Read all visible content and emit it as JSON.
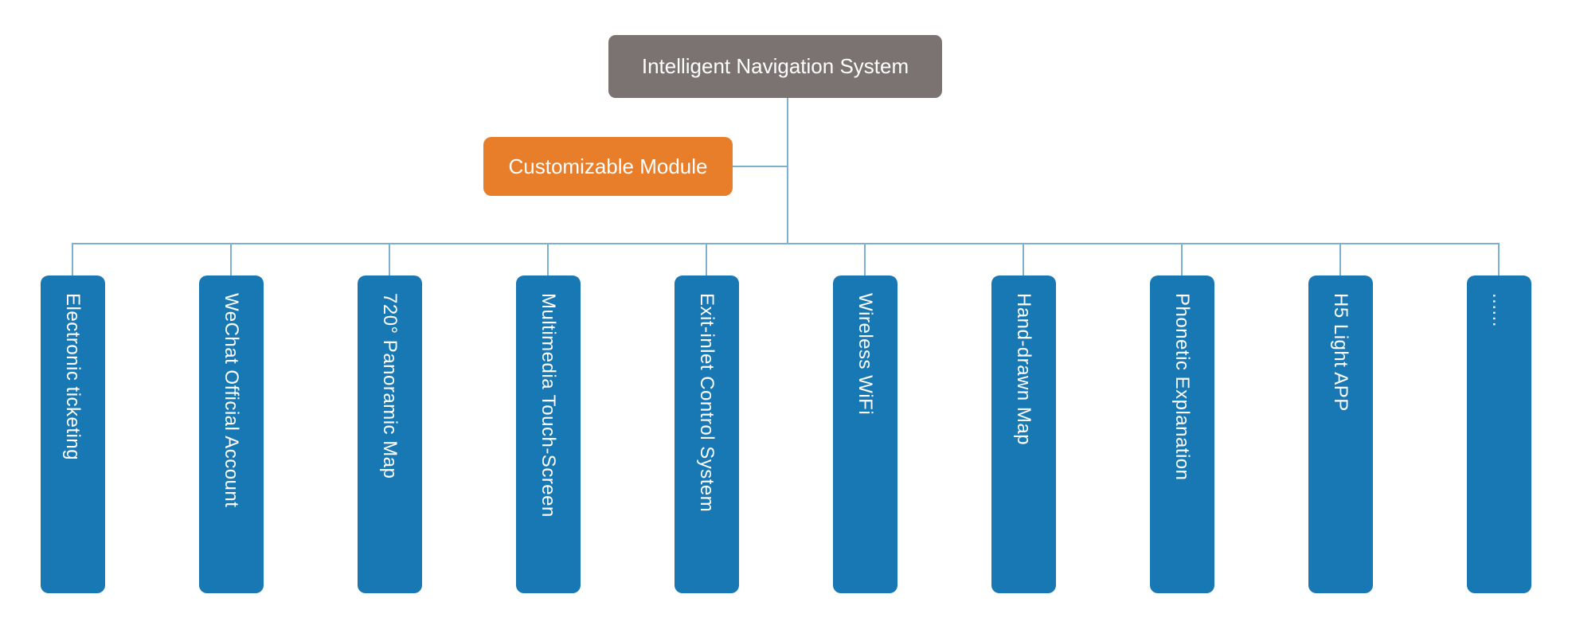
{
  "diagram": {
    "root": {
      "label": "Intelligent Navigation System"
    },
    "side": {
      "label": "Customizable Module"
    },
    "children": [
      {
        "label": "Electronic ticketing"
      },
      {
        "label": "WeChat Official Account"
      },
      {
        "label": "720° Panoramic Map"
      },
      {
        "label": "Multimedia Touch-Screen"
      },
      {
        "label": "Exit-inlet Control System"
      },
      {
        "label": "Wireless WiFi"
      },
      {
        "label": "Hand-drawn Map"
      },
      {
        "label": "Phonetic Explanation"
      },
      {
        "label": "H5 Light APP"
      },
      {
        "label": "......"
      }
    ],
    "colors": {
      "root": "#7a7372",
      "side": "#e87e2a",
      "child": "#1878b4",
      "line": "#7fafce",
      "text": "#ffffff"
    }
  }
}
